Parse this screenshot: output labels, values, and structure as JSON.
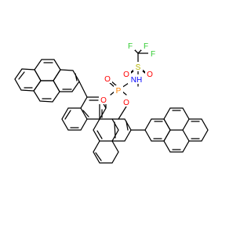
{
  "molecule": {
    "atom_labels": {
      "O_left": "O",
      "P": "P",
      "O_right": "O",
      "O_double": "O",
      "NH": "NH",
      "S": "S",
      "O_s_left": "O",
      "O_s_right": "O",
      "F_top_left": "F",
      "F_top_right": "F",
      "F_right": "F"
    },
    "colors": {
      "bond": "#000000",
      "oxygen": "#ff0000",
      "nitrogen": "#0000ff",
      "phosphorus": "#ff8000",
      "sulfur": "#b3b300",
      "fluorine": "#33cc33"
    }
  }
}
